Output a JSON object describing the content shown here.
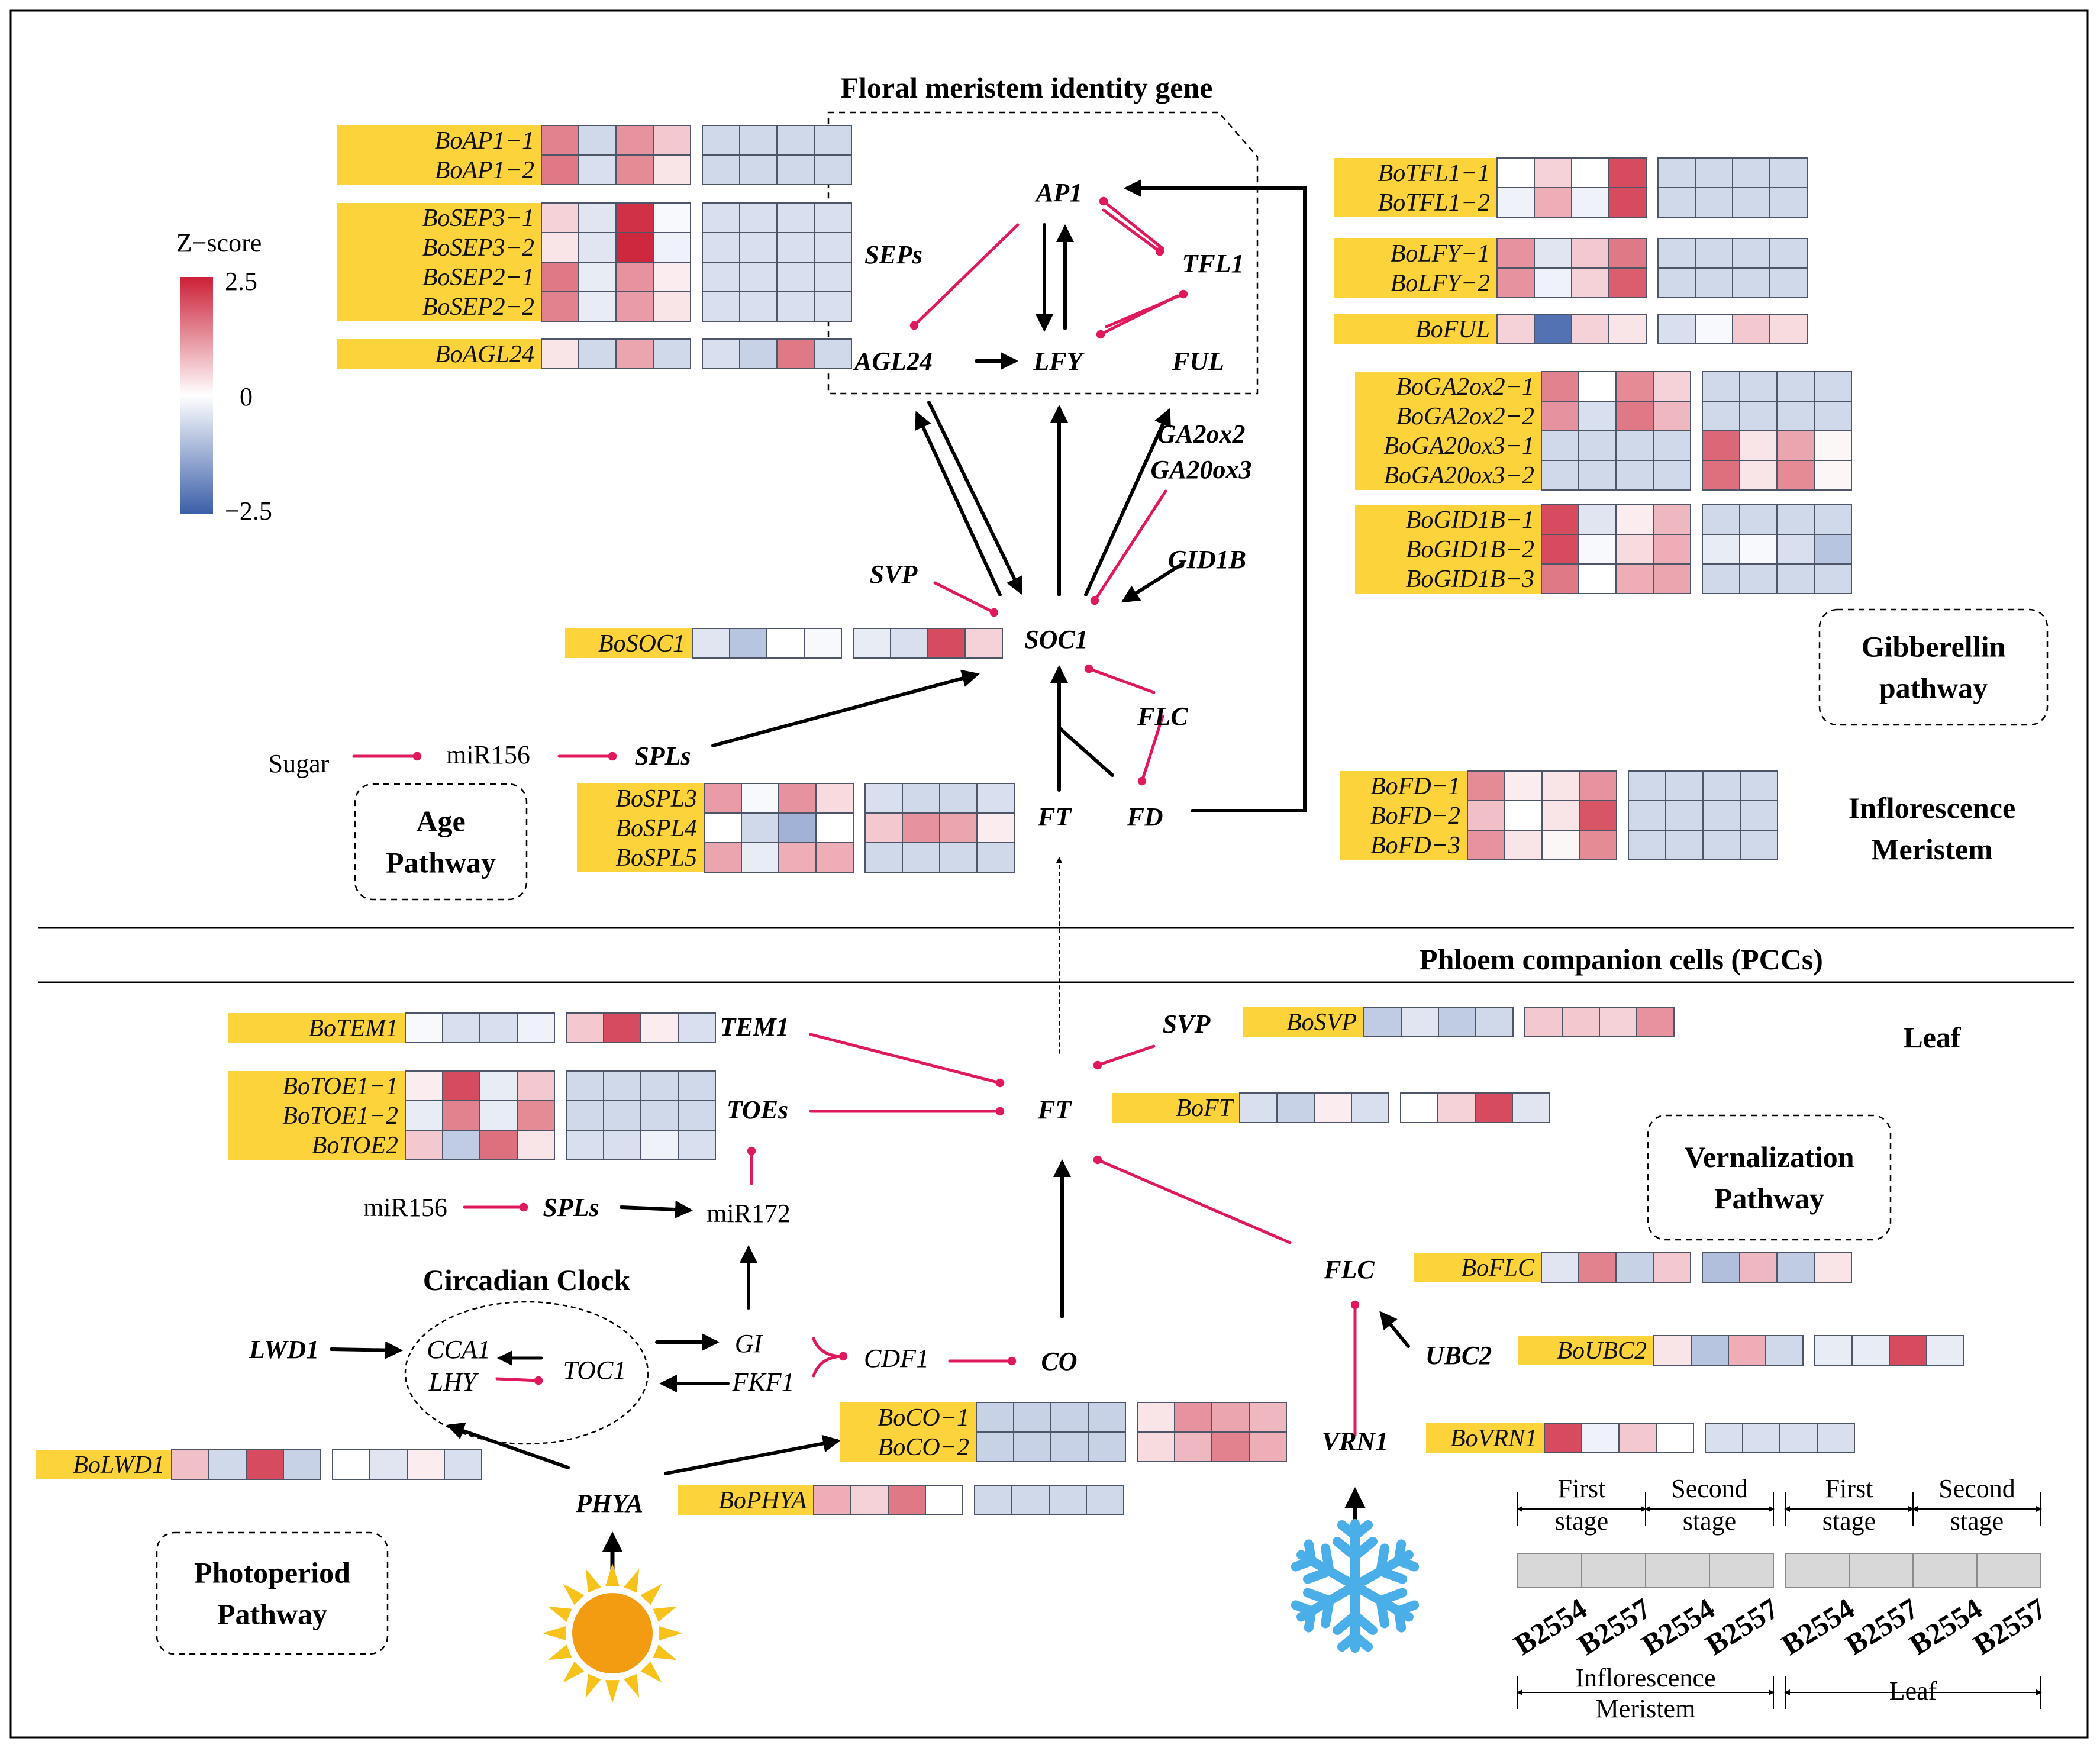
{
  "colors": {
    "high": "#cc1f36",
    "mid": "#ffffff",
    "low": "#3b5fa9",
    "label_bg": "#fdd33b",
    "inhibit": "#e0195a",
    "arrow": "#000000"
  },
  "titles": {
    "floral": "Floral meristem identity gene",
    "pcc": "Phloem companion cells (PCCs)",
    "leaf": "Leaf",
    "circadian": "Circadian Clock"
  },
  "boxes": {
    "age": [
      "Age",
      "Pathway"
    ],
    "gibberellin": [
      "Gibberellin",
      "pathway"
    ],
    "inflorescence": [
      "Inflorescence",
      "Meristem"
    ],
    "vernalization": [
      "Vernalization",
      "Pathway"
    ],
    "photoperiod": [
      "Photoperiod",
      "Pathway"
    ]
  },
  "scale": {
    "title": "Z−score",
    "ticks": [
      "2.5",
      "0",
      "−2.5"
    ],
    "max": 2.5,
    "min": -2.5
  },
  "nodes": {
    "AP1": "AP1",
    "SEPs": "SEPs",
    "TFL1": "TFL1",
    "AGL24": "AGL24",
    "LFY": "LFY",
    "FUL": "FUL",
    "GA2ox2": "GA2ox2",
    "GA20ox3": "GA20ox3",
    "GID1B": "GID1B",
    "SVP_top": "SVP",
    "SOC1": "SOC1",
    "FLC_top": "FLC",
    "FT_top": "FT",
    "FD": "FD",
    "SPLs_top": "SPLs",
    "Sugar": "Sugar",
    "miR156_top": "miR156",
    "TEM1": "TEM1",
    "TOEs": "TOEs",
    "FT": "FT",
    "SVP": "SVP",
    "miR156": "miR156",
    "SPLs": "SPLs",
    "miR172": "miR172",
    "LWD1": "LWD1",
    "CCA1": "CCA1",
    "LHY": "LHY",
    "TOC1": "TOC1",
    "GI": "GI",
    "FKF1": "FKF1",
    "CDF1": "CDF1",
    "CO": "CO",
    "PHYA": "PHYA",
    "FLC": "FLC",
    "UBC2": "UBC2",
    "VRN1": "VRN1"
  },
  "legend": {
    "stage1": [
      "First",
      "stage"
    ],
    "stage2": [
      "Second",
      "stage"
    ],
    "cols": [
      "B2554",
      "B2557",
      "B2554",
      "B2557",
      "B2554",
      "B2557",
      "B2554",
      "B2557"
    ],
    "tissue1": [
      "Inflorescence",
      "Meristem"
    ],
    "tissue2": "Leaf"
  },
  "heatmaps": [
    {
      "id": "ap1",
      "x": 0,
      "labels": [
        "BoAP1−1",
        "BoAP1−2"
      ],
      "values": [
        [
          1.4,
          -0.6,
          1.2,
          0.6,
          -0.6,
          -0.6,
          -0.6,
          -0.6
        ],
        [
          1.5,
          -0.5,
          1.3,
          0.3,
          -0.6,
          -0.6,
          -0.6,
          -0.6
        ]
      ]
    },
    {
      "id": "sep",
      "labels": [
        "BoSEP3−1",
        "BoSEP3−2",
        "BoSEP2−1",
        "BoSEP2−2"
      ],
      "values": [
        [
          0.5,
          -0.4,
          2.3,
          -0.1,
          -0.5,
          -0.5,
          -0.5,
          -0.5
        ],
        [
          0.3,
          -0.4,
          2.4,
          -0.2,
          -0.5,
          -0.5,
          -0.5,
          -0.5
        ],
        [
          1.5,
          -0.3,
          1.2,
          0.2,
          -0.5,
          -0.5,
          -0.5,
          -0.5
        ],
        [
          1.4,
          -0.3,
          1.1,
          0.3,
          -0.5,
          -0.5,
          -0.5,
          -0.5
        ]
      ]
    },
    {
      "id": "agl24",
      "labels": [
        "BoAGL24"
      ],
      "values": [
        [
          0.3,
          -0.6,
          1.0,
          -0.6,
          -0.5,
          -0.7,
          1.5,
          -0.6
        ]
      ]
    },
    {
      "id": "tfl1",
      "labels": [
        "BoTFL1−1",
        "BoTFL1−2"
      ],
      "values": [
        [
          0.0,
          0.5,
          0.0,
          2.0,
          -0.6,
          -0.6,
          -0.6,
          -0.6
        ],
        [
          -0.2,
          0.9,
          -0.2,
          2.0,
          -0.6,
          -0.6,
          -0.6,
          -0.6
        ]
      ]
    },
    {
      "id": "lfy",
      "labels": [
        "BoLFY−1",
        "BoLFY−2"
      ],
      "values": [
        [
          1.2,
          -0.4,
          0.6,
          1.5,
          -0.6,
          -0.6,
          -0.6,
          -0.6
        ],
        [
          1.2,
          -0.2,
          0.5,
          1.8,
          -0.6,
          -0.6,
          -0.6,
          -0.6
        ]
      ]
    },
    {
      "id": "ful",
      "labels": [
        "BoFUL"
      ],
      "values": [
        [
          0.5,
          -2.2,
          0.5,
          0.3,
          -0.5,
          -0.1,
          0.6,
          0.4
        ]
      ]
    },
    {
      "id": "ga",
      "labels": [
        "BoGA2ox2−1",
        "BoGA2ox2−2",
        "BoGA20ox3−1",
        "BoGA20ox3−2"
      ],
      "values": [
        [
          1.4,
          0.0,
          1.3,
          0.5,
          -0.6,
          -0.6,
          -0.6,
          -0.6
        ],
        [
          1.2,
          -0.5,
          1.5,
          0.8,
          -0.6,
          -0.6,
          -0.6,
          -0.6
        ],
        [
          -0.6,
          -0.6,
          -0.6,
          -0.6,
          1.7,
          0.3,
          1.0,
          0.1
        ],
        [
          -0.6,
          -0.6,
          -0.6,
          -0.6,
          1.6,
          0.3,
          1.3,
          0.1
        ]
      ]
    },
    {
      "id": "gid1b",
      "labels": [
        "BoGID1B−1",
        "BoGID1B−2",
        "BoGID1B−3"
      ],
      "values": [
        [
          2.0,
          -0.4,
          0.2,
          0.8,
          -0.6,
          -0.6,
          -0.6,
          -0.6
        ],
        [
          2.0,
          -0.1,
          0.4,
          0.9,
          -0.3,
          -0.1,
          -0.5,
          -0.9
        ],
        [
          1.5,
          0.0,
          0.9,
          1.0,
          -0.6,
          -0.6,
          -0.6,
          -0.6
        ]
      ]
    },
    {
      "id": "soc1",
      "labels": [
        "BoSOC1"
      ],
      "values": [
        [
          -0.4,
          -0.9,
          0.0,
          -0.1,
          -0.3,
          -0.5,
          2.0,
          0.5
        ]
      ]
    },
    {
      "id": "spl",
      "labels": [
        "BoSPL3",
        "BoSPL4",
        "BoSPL5"
      ],
      "values": [
        [
          1.1,
          -0.1,
          1.2,
          0.4,
          -0.5,
          -0.6,
          -0.6,
          -0.5
        ],
        [
          0.0,
          -0.6,
          -1.2,
          0.0,
          0.6,
          1.2,
          1.0,
          0.2
        ],
        [
          1.0,
          -0.3,
          0.9,
          0.9,
          -0.6,
          -0.6,
          -0.6,
          -0.6
        ]
      ]
    },
    {
      "id": "fd",
      "labels": [
        "BoFD−1",
        "BoFD−2",
        "BoFD−3"
      ],
      "values": [
        [
          1.3,
          0.2,
          0.3,
          1.2,
          -0.6,
          -0.6,
          -0.6,
          -0.6
        ],
        [
          0.7,
          0.0,
          0.3,
          1.9,
          -0.6,
          -0.6,
          -0.6,
          -0.6
        ],
        [
          1.2,
          0.3,
          0.1,
          1.3,
          -0.6,
          -0.6,
          -0.6,
          -0.6
        ]
      ]
    },
    {
      "id": "tem1",
      "labels": [
        "BoTEM1"
      ],
      "values": [
        [
          -0.1,
          -0.5,
          -0.5,
          -0.2,
          0.6,
          2.0,
          0.2,
          -0.5
        ]
      ]
    },
    {
      "id": "toe",
      "labels": [
        "BoTOE1−1",
        "BoTOE1−2",
        "BoTOE2"
      ],
      "values": [
        [
          0.2,
          2.0,
          -0.3,
          0.6,
          -0.6,
          -0.6,
          -0.6,
          -0.6
        ],
        [
          -0.3,
          1.4,
          -0.3,
          1.3,
          -0.6,
          -0.6,
          -0.6,
          -0.6
        ],
        [
          0.6,
          -0.8,
          1.6,
          0.3,
          -0.5,
          -0.5,
          -0.2,
          -0.5
        ]
      ]
    },
    {
      "id": "svp",
      "labels": [
        "BoSVP"
      ],
      "values": [
        [
          -0.8,
          -0.4,
          -0.8,
          -0.6,
          0.6,
          0.6,
          0.5,
          1.2
        ]
      ]
    },
    {
      "id": "ft",
      "labels": [
        "BoFT"
      ],
      "values": [
        [
          -0.5,
          -0.7,
          0.2,
          -0.5,
          0.0,
          0.5,
          2.0,
          -0.4
        ]
      ]
    },
    {
      "id": "flc",
      "labels": [
        "BoFLC"
      ],
      "values": [
        [
          -0.4,
          1.4,
          -0.7,
          0.6,
          -1.0,
          0.8,
          -0.8,
          0.3
        ]
      ]
    },
    {
      "id": "ubc2",
      "labels": [
        "BoUBC2"
      ],
      "values": [
        [
          0.3,
          -0.9,
          0.9,
          -0.6,
          -0.3,
          -0.3,
          2.0,
          -0.3
        ]
      ]
    },
    {
      "id": "vrn1",
      "labels": [
        "BoVRN1"
      ],
      "values": [
        [
          2.0,
          -0.2,
          0.6,
          0.0,
          -0.5,
          -0.5,
          -0.5,
          -0.5
        ]
      ]
    },
    {
      "id": "co",
      "labels": [
        "BoCO−1",
        "BoCO−2"
      ],
      "values": [
        [
          -0.7,
          -0.7,
          -0.7,
          -0.7,
          0.3,
          1.2,
          1.0,
          0.8
        ],
        [
          -0.7,
          -0.7,
          -0.7,
          -0.7,
          0.4,
          0.8,
          1.4,
          0.9
        ]
      ]
    },
    {
      "id": "lwd1",
      "labels": [
        "BoLWD1"
      ],
      "values": [
        [
          0.7,
          -0.6,
          2.0,
          -0.7,
          0.0,
          -0.4,
          0.2,
          -0.5
        ]
      ]
    },
    {
      "id": "phya",
      "labels": [
        "BoPHYA"
      ],
      "values": [
        [
          0.9,
          0.5,
          1.5,
          0.0,
          -0.6,
          -0.6,
          -0.6,
          -0.6
        ]
      ]
    }
  ]
}
